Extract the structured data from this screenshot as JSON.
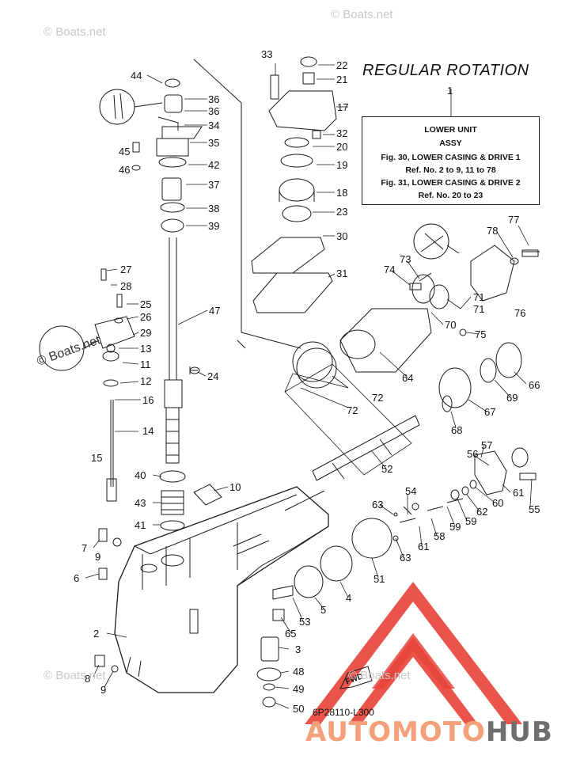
{
  "title": "REGULAR ROTATION",
  "ref_number": "1",
  "refbox": {
    "line1": "LOWER UNIT",
    "line2": "ASSY",
    "line3": "Fig. 30, LOWER CASING & DRIVE 1",
    "line4": "Ref. No. 2 to 9, 11 to 78",
    "line5": "Fig. 31, LOWER CASING & DRIVE 2",
    "line6": "Ref. No. 20 to 23"
  },
  "diagram_code": "6P28110-L300",
  "watermark": "© Boats.net",
  "fwd_label": "FWD",
  "brand": {
    "part1": "AUTOMOTO",
    "part2": "HUB"
  },
  "colors": {
    "line": "#1a1a1a",
    "triangle": "#e8453c",
    "brand_accent": "#f4a07a",
    "brand_dark": "#6e6e6e"
  },
  "callouts": [
    {
      "n": "44"
    },
    {
      "n": "36"
    },
    {
      "n": "36"
    },
    {
      "n": "34"
    },
    {
      "n": "35"
    },
    {
      "n": "45"
    },
    {
      "n": "46"
    },
    {
      "n": "42"
    },
    {
      "n": "37"
    },
    {
      "n": "38"
    },
    {
      "n": "39"
    },
    {
      "n": "33"
    },
    {
      "n": "22"
    },
    {
      "n": "21"
    },
    {
      "n": "17"
    },
    {
      "n": "32"
    },
    {
      "n": "20"
    },
    {
      "n": "19"
    },
    {
      "n": "18"
    },
    {
      "n": "23"
    },
    {
      "n": "30"
    },
    {
      "n": "31"
    },
    {
      "n": "27"
    },
    {
      "n": "28"
    },
    {
      "n": "25"
    },
    {
      "n": "26"
    },
    {
      "n": "29"
    },
    {
      "n": "13"
    },
    {
      "n": "11"
    },
    {
      "n": "12"
    },
    {
      "n": "16"
    },
    {
      "n": "14"
    },
    {
      "n": "15"
    },
    {
      "n": "47"
    },
    {
      "n": "24"
    },
    {
      "n": "40"
    },
    {
      "n": "10"
    },
    {
      "n": "43"
    },
    {
      "n": "41"
    },
    {
      "n": "7"
    },
    {
      "n": "9"
    },
    {
      "n": "6"
    },
    {
      "n": "2"
    },
    {
      "n": "8"
    },
    {
      "n": "9"
    },
    {
      "n": "77"
    },
    {
      "n": "78"
    },
    {
      "n": "73"
    },
    {
      "n": "74"
    },
    {
      "n": "71"
    },
    {
      "n": "71"
    },
    {
      "n": "76"
    },
    {
      "n": "70"
    },
    {
      "n": "75"
    },
    {
      "n": "64"
    },
    {
      "n": "66"
    },
    {
      "n": "69"
    },
    {
      "n": "72"
    },
    {
      "n": "72"
    },
    {
      "n": "67"
    },
    {
      "n": "68"
    },
    {
      "n": "52"
    },
    {
      "n": "57"
    },
    {
      "n": "56"
    },
    {
      "n": "61"
    },
    {
      "n": "55"
    },
    {
      "n": "54"
    },
    {
      "n": "63"
    },
    {
      "n": "60"
    },
    {
      "n": "62"
    },
    {
      "n": "59"
    },
    {
      "n": "59"
    },
    {
      "n": "58"
    },
    {
      "n": "61"
    },
    {
      "n": "63"
    },
    {
      "n": "51"
    },
    {
      "n": "4"
    },
    {
      "n": "5"
    },
    {
      "n": "53"
    },
    {
      "n": "65"
    },
    {
      "n": "3"
    },
    {
      "n": "48"
    },
    {
      "n": "49"
    },
    {
      "n": "50"
    }
  ]
}
